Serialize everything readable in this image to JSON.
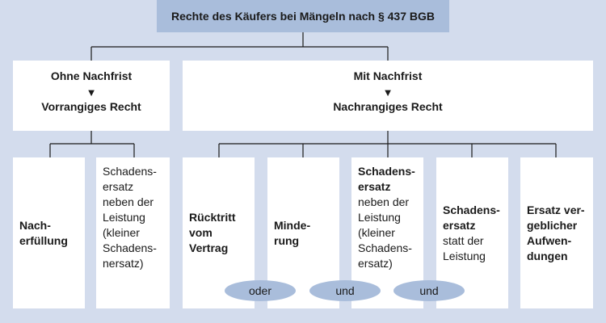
{
  "title": "Rechte des Käufers bei Mängeln nach § 437 BGB",
  "left_group": {
    "heading": "Ohne Nachfrist",
    "sub": "Vorrangiges Recht",
    "arrow_icon": "down-arrow"
  },
  "right_group": {
    "heading": "Mit Nachfrist",
    "sub": "Nachrangiges Recht",
    "arrow_icon": "down-arrow"
  },
  "leaves": {
    "nacherfuellung": {
      "bold": "Nach-\nerfüllung",
      "normal": ""
    },
    "kleiner_schadensersatz": {
      "bold": "",
      "normal": "Schadens-\nersatz\nneben der\nLeistung\n(kleiner\nSchadens-\nnersatz)"
    },
    "ruecktritt": {
      "bold": "Rücktritt\nvom\nVertrag",
      "normal": ""
    },
    "minderung": {
      "bold": "Minde-\nrung",
      "normal": ""
    },
    "schadensersatz_neben": {
      "bold": "Schadens-\nersatz",
      "normal": "neben der\nLeistung\n(kleiner\nSchadens-\nersatz)"
    },
    "schadensersatz_statt": {
      "bold": "Schadens-\nersatz",
      "normal": "statt der\nLeistung"
    },
    "ersatz_aufwendungen": {
      "bold": "Ersatz ver-\ngeblicher\nAufwen-\ndungen",
      "normal": ""
    }
  },
  "connectors": [
    "oder",
    "und",
    "und"
  ],
  "colors": {
    "background": "#d3dced",
    "title_fill": "#a9bddb",
    "box_fill": "#ffffff",
    "oval_fill": "#a9bddb",
    "line": "#1a1a1a"
  }
}
